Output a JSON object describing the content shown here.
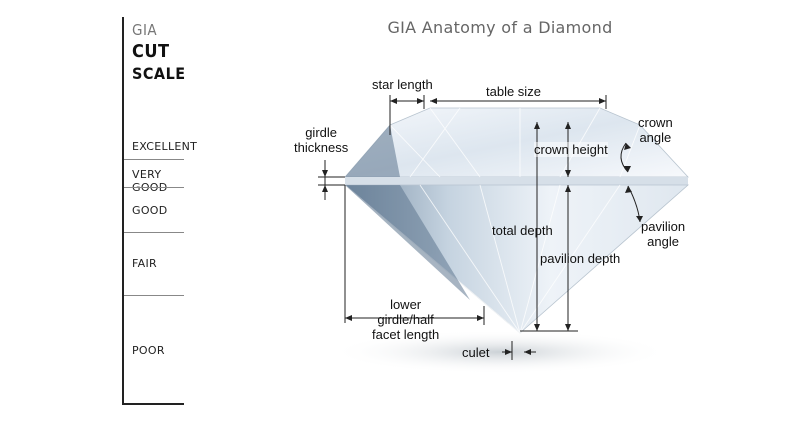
{
  "scale": {
    "title_line1": "GIA",
    "title_line2": "CUT",
    "title_line3": "SCALE",
    "grades": [
      "EXCELLENT",
      "VERY GOOD",
      "GOOD",
      "FAIR",
      "POOR"
    ]
  },
  "diagram": {
    "title": "GIA Anatomy of a Diamond",
    "labels": {
      "star_length": "star length",
      "table_size": "table size",
      "crown_angle": "crown\nangle",
      "girdle_thickness": "girdle\nthickness",
      "crown_height": "crown height",
      "total_depth": "total depth",
      "pavilion_angle": "pavilion\nangle",
      "pavilion_depth": "pavilion depth",
      "lower_girdle": "lower\ngirdle/half\nfacet length",
      "culet": "culet"
    }
  },
  "colors": {
    "line": "#222222",
    "diamond_light": "#eef3f8",
    "diamond_mid": "#c9d6e3",
    "diamond_dark": "#8fa4b8"
  }
}
